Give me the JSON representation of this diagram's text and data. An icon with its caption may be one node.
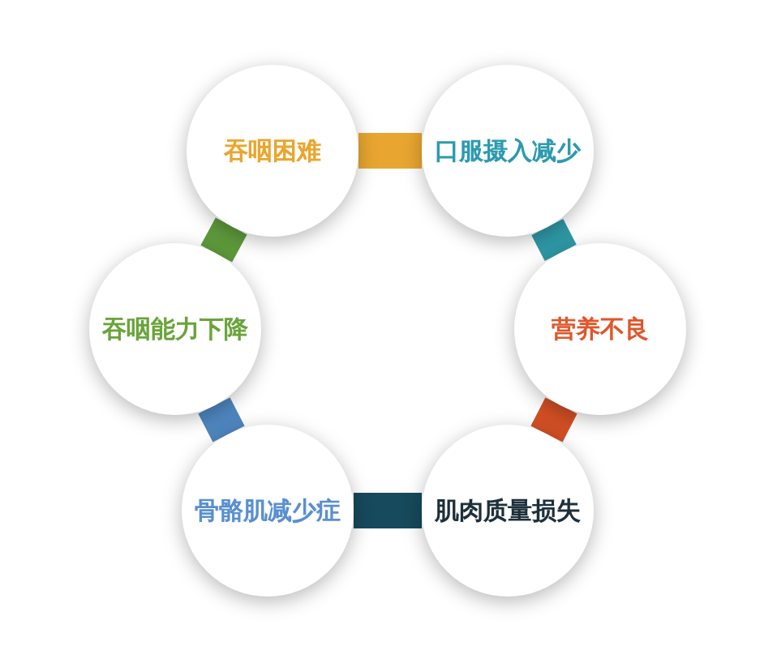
{
  "diagram": {
    "nodes": [
      {
        "text": [
          "吞咽困难"
        ]
      },
      {
        "text": [
          "口服摄入减少"
        ]
      },
      {
        "text": [
          "营养不良"
        ]
      },
      {
        "text": [
          "肌肉质量损失"
        ]
      },
      {
        "text": [
          "骨骼肌减少症"
        ]
      },
      {
        "text": [
          "吞咽能力下降"
        ]
      }
    ],
    "edges": [
      {
        "from": 0,
        "to": 1,
        "arrow": "none",
        "color": "#e8a630"
      },
      {
        "from": 1,
        "to": 2,
        "arrow": "none",
        "color": "#2f98a6"
      },
      {
        "from": 2,
        "to": 3,
        "arrow": "none",
        "color": "#d24f25"
      },
      {
        "from": 3,
        "to": 4,
        "arrow": "none",
        "color": "#164a5c"
      },
      {
        "from": 4,
        "to": 5,
        "arrow": "none",
        "color": "#4f86c0"
      },
      {
        "from": 5,
        "to": 0,
        "arrow": "none",
        "color": "#5e9a3b"
      }
    ]
  }
}
